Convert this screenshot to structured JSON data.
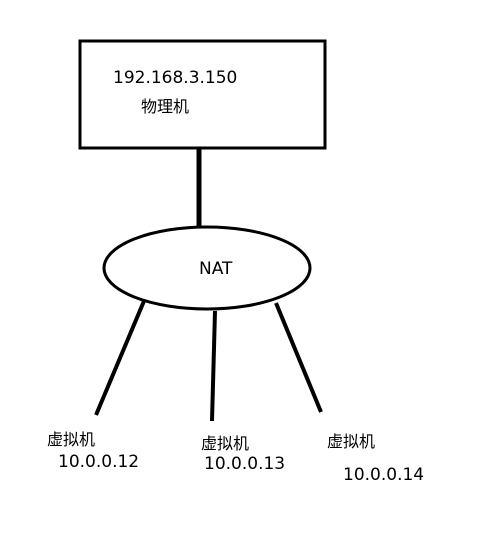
{
  "physical_host": {
    "ip": "192.168.3.150",
    "label": "物理机"
  },
  "nat": {
    "label": "NAT"
  },
  "virtual_machines": [
    {
      "label": "虚拟机",
      "ip": "10.0.0.12"
    },
    {
      "label": "虚拟机",
      "ip": "10.0.0.13"
    },
    {
      "label": "虚拟机",
      "ip": "10.0.0.14"
    }
  ],
  "colors": {
    "stroke": "#000000",
    "background": "#ffffff"
  }
}
